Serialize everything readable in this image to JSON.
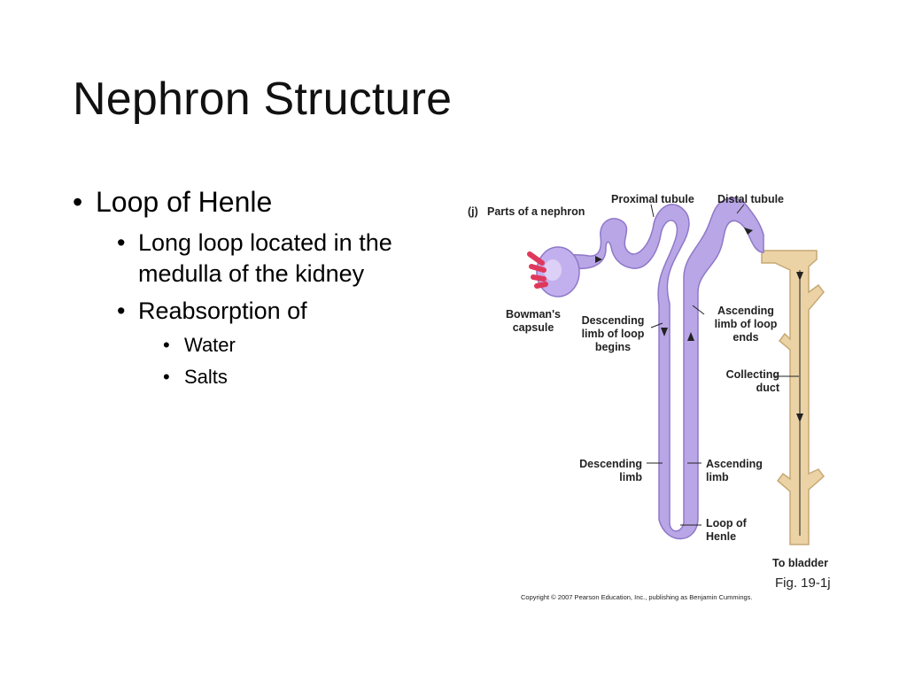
{
  "slide": {
    "title": "Nephron Structure",
    "bullet1": "Loop of Henle",
    "sub1": "Long loop located in the medulla of the kidney",
    "sub2": "Reabsorption of",
    "sub2_items": [
      "Water",
      "Salts"
    ]
  },
  "diagram": {
    "panel_letter": "(j)",
    "panel_title": "Parts of a nephron",
    "labels": {
      "proximal_tubule": "Proximal tubule",
      "distal_tubule": "Distal tubule",
      "bowmans_capsule_1": "Bowman's",
      "bowmans_capsule_2": "capsule",
      "desc_loop_begins_1": "Descending",
      "desc_loop_begins_2": "limb of loop",
      "desc_loop_begins_3": "begins",
      "asc_loop_ends_1": "Ascending",
      "asc_loop_ends_2": "limb of loop",
      "asc_loop_ends_3": "ends",
      "collecting_duct_1": "Collecting",
      "collecting_duct_2": "duct",
      "desc_limb_1": "Descending",
      "desc_limb_2": "limb",
      "asc_limb_1": "Ascending",
      "asc_limb_2": "limb",
      "loop_henle_1": "Loop of",
      "loop_henle_2": "Henle",
      "to_bladder": "To bladder"
    },
    "figure_id": "Fig. 19-1j",
    "copyright": "Copyright © 2007 Pearson Education, Inc., publishing as Benjamin Cummings."
  },
  "colors": {
    "tubule": "#b9a6e6",
    "tubule_stroke": "#8f78c8",
    "duct": "#ebd3a6",
    "duct_stroke": "#c7a873",
    "artery": "#e0385c"
  }
}
